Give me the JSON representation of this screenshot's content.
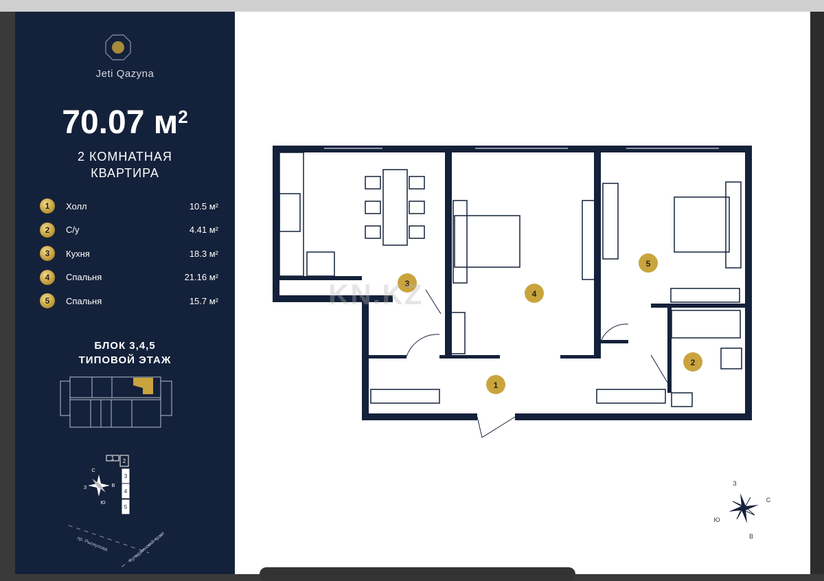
{
  "brand": {
    "name": "Jeti Qazyna"
  },
  "apartment": {
    "area": "70.07 м",
    "area_sup": "2",
    "type_line1": "2 КОМНАТНАЯ",
    "type_line2": "КВАРТИРА"
  },
  "rooms": [
    {
      "num": "1",
      "name": "Холл",
      "area": "10.5 м²"
    },
    {
      "num": "2",
      "name": "С/у",
      "area": "4.41 м²"
    },
    {
      "num": "3",
      "name": "Кухня",
      "area": "18.3 м²"
    },
    {
      "num": "4",
      "name": "Спальня",
      "area": "21.16 м²"
    },
    {
      "num": "5",
      "name": "Спальня",
      "area": "15.7 м²"
    }
  ],
  "block": {
    "line1": "БЛОК 3,4,5",
    "line2": "ТИПОВОЙ ЭТАЖ"
  },
  "site": {
    "blocks": [
      "1",
      "2",
      "3",
      "4",
      "5"
    ],
    "compass": {
      "n": "С",
      "s": "Ю",
      "w": "З",
      "e": "В"
    },
    "street1": "пр. Рыскулова",
    "street2": "Кульджинский тракт"
  },
  "plan_compass": {
    "n": "С",
    "s": "Ю",
    "w": "З",
    "e": "В"
  },
  "watermark": "KN.KZ",
  "colors": {
    "navy": "#14213a",
    "gold": "#c9a43e",
    "wall": "#14213a"
  }
}
